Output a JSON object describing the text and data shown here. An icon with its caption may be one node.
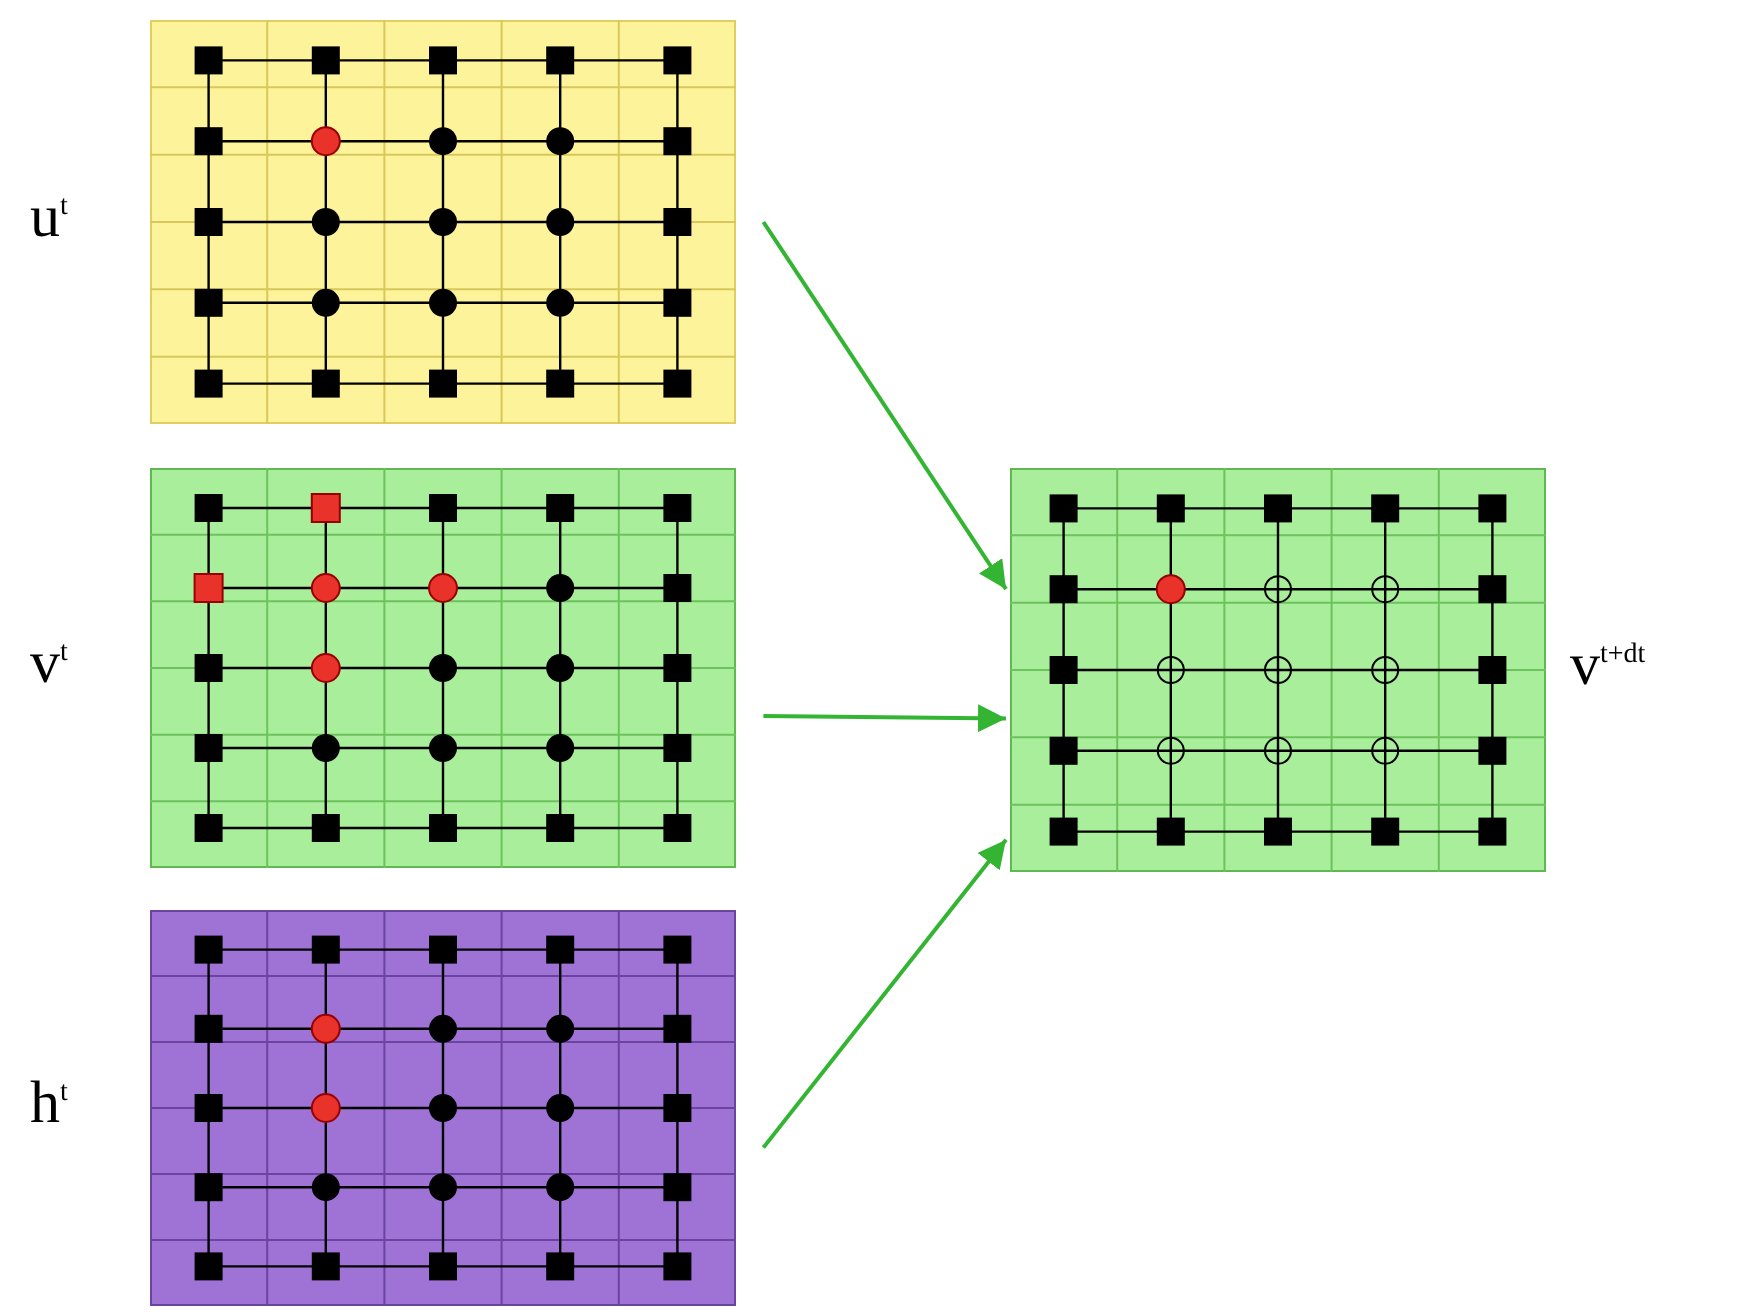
{
  "diagram": {
    "nodes": [
      {
        "text": [
          "u$^{t}$"
        ]
      },
      {
        "text": [
          "v$^{t}$"
        ]
      },
      {
        "text": [
          "h$^{t}$"
        ]
      },
      {
        "text": [
          "v$^{t+dt}$"
        ]
      }
    ],
    "edges": [
      {
        "from": 0,
        "to": 3,
        "arrow": "to"
      },
      {
        "from": 1,
        "to": 3,
        "arrow": "to"
      },
      {
        "from": 2,
        "to": 3,
        "arrow": "to"
      }
    ]
  }
}
